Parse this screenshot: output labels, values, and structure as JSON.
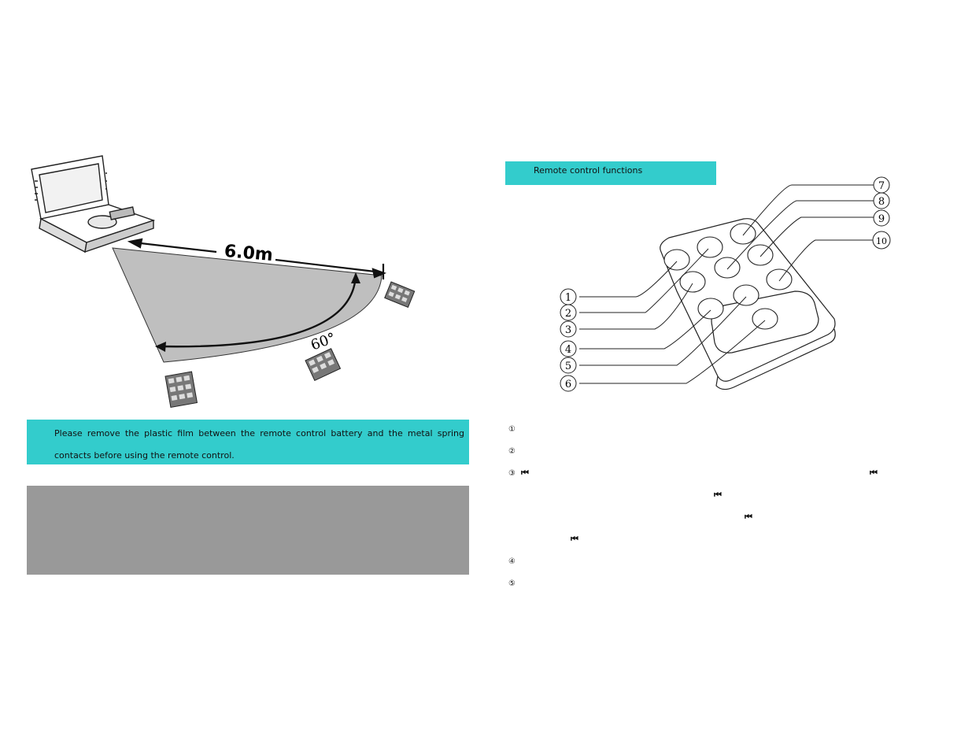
{
  "range_figure": {
    "distance_label": "6.0m",
    "angle_label": "60°"
  },
  "note": {
    "text": "Please remove the plastic film between the remote control battery and the metal spring contacts before using the remote control."
  },
  "section": {
    "title": "Remote control functions"
  },
  "remote_figure": {
    "callouts": [
      "1",
      "2",
      "3",
      "4",
      "5",
      "6",
      "7",
      "8",
      "9",
      "10"
    ]
  },
  "function_list": {
    "markers": [
      "①",
      "②",
      "③",
      "④",
      "⑤"
    ],
    "skip_symbol": "⏮"
  }
}
